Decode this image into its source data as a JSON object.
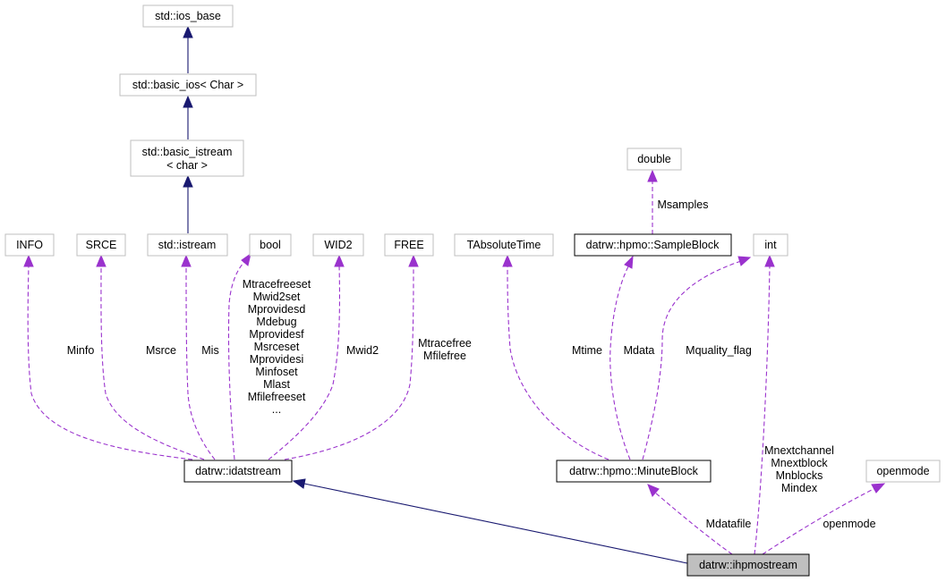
{
  "nodes": {
    "ios_base": "std::ios_base",
    "basic_ios": "std::basic_ios< Char >",
    "basic_istream_1": "std::basic_istream",
    "basic_istream_2": "< char >",
    "istream": "std::istream",
    "info": "INFO",
    "srce": "SRCE",
    "bool": "bool",
    "wid2": "WID2",
    "free": "FREE",
    "tabsolutetime": "TAbsoluteTime",
    "double": "double",
    "sampleblock": "datrw::hpmo::SampleBlock",
    "int": "int",
    "idatstream": "datrw::idatstream",
    "minuteblock": "datrw::hpmo::MinuteBlock",
    "openmode": "openmode",
    "ihpmostream": "datrw::ihpmostream"
  },
  "labels": {
    "minfo": "Minfo",
    "msrce": "Msrce",
    "mis": "Mis",
    "bool_members": [
      "Mtracefreeset",
      "Mwid2set",
      "Mprovidesd",
      "Mdebug",
      "Mprovidesf",
      "Msrceset",
      "Mprovidesi",
      "Minfoset",
      "Mlast",
      "Mfilefreeset",
      "..."
    ],
    "mwid2": "Mwid2",
    "free_members": [
      "Mtracefree",
      "Mfilefree"
    ],
    "msamples": "Msamples",
    "mtime": "Mtime",
    "mdata": "Mdata",
    "mquality_flag": "Mquality_flag",
    "int_members": [
      "Mnextchannel",
      "Mnextblock",
      "Mnblocks",
      "Mindex"
    ],
    "mdatafile": "Mdatafile",
    "openmode_member": "openmode"
  },
  "colors": {
    "inheritance_edge": "#191970",
    "member_edge": "#9a32cd",
    "node_border": "#bfbfbf",
    "highlight_fill": "#bfbfbf"
  }
}
